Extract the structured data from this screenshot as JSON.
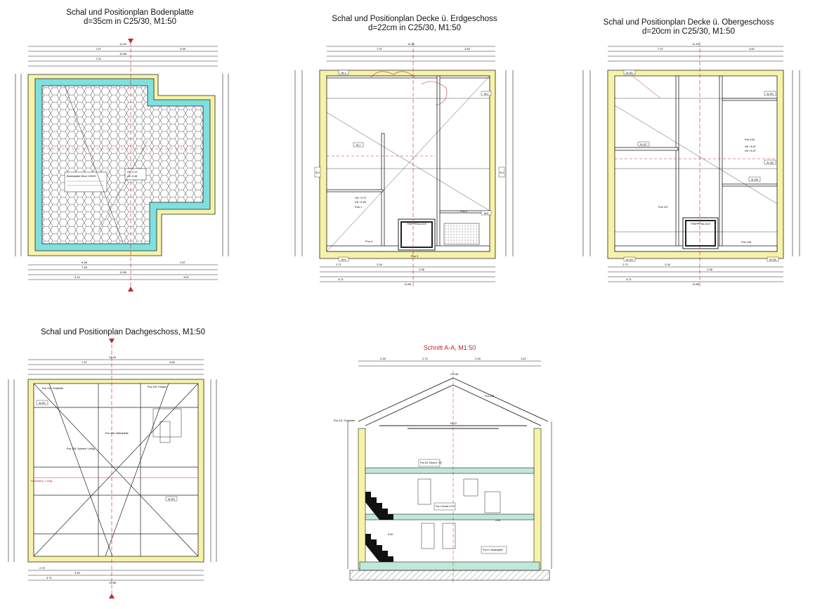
{
  "colors": {
    "line": "#1a1a1a",
    "insulation": "#f6f3a8",
    "slab_edge": "#7fe0e0",
    "cut_fill": "#bfe8d8",
    "red_axis": "#c0282d",
    "hatch": "#333333"
  },
  "plans": {
    "bodenplatte": {
      "title": "Schal und Positionplan Bodenplatte",
      "subtitle": "d=35cm in C25/30, M1:50",
      "dim_top": [
        "11.49",
        "7.47",
        "3.99",
        "7.21",
        "10.88"
      ],
      "dim_bottom": [
        "6.98",
        "2.57",
        "7.18",
        "11.88",
        "6.10",
        "3.57"
      ],
      "notes": [
        "OK -0.13",
        "UK -0.48",
        "Bodenplatte 35cm C25/30"
      ]
    },
    "erdgeschoss": {
      "title": "Schal und Positionplan Decke ü. Erdgeschoss",
      "subtitle": "d=22cm in C25/30, M1:50",
      "dim_top": [
        "11.49",
        "7.37",
        "3.82"
      ],
      "dim_bottom": [
        "2.71",
        "2.34",
        "2.38",
        "4.71",
        "11.88"
      ],
      "room_labels": [
        "Pos 1",
        "Pos 2",
        "Pos 3",
        "Pos 4",
        "TREPPENLOCH"
      ],
      "notes": [
        "OK +2.72",
        "UK +2.50",
        "W-1",
        "W-2",
        "W-3",
        "W-4",
        "W-5",
        "W-6",
        "W-7"
      ]
    },
    "obergeschoss": {
      "title": "Schal und Positionplan Decke ü. Obergeschoss",
      "subtitle": "d=20cm in C25/30, M1:50",
      "dim_top": [
        "11.49",
        "7.37",
        "3.82"
      ],
      "dim_bottom": [
        "2.71",
        "2.34",
        "2.38",
        "4.71",
        "11.88"
      ],
      "room_labels": [
        "Pos 104",
        "Pos 105",
        "Pos 107",
        "TREPPENLOCH"
      ],
      "notes": [
        "OK +5.57",
        "UK +5.37",
        "W-101",
        "W-102",
        "W-104",
        "W-105",
        "W-106",
        "W-107",
        "W-108"
      ]
    },
    "dachgeschoss": {
      "title": "Schal und Positionplan Dachgeschoss, M1:50",
      "dim_top": [
        "11.49",
        "7.37",
        "3.82"
      ],
      "dim_bottom": [
        "2.70",
        "2.40",
        "4.71",
        "11.88"
      ],
      "notes": [
        "Pos 211: Fußpfette",
        "Pos 205: Sparren 1-teilig",
        "Pos 220: Pfosten",
        "Pos 206: Mittelpfette",
        "W-201",
        "W-204",
        "Kehlbalken, 1-teilig"
      ]
    },
    "schnitt": {
      "title": "Schnitt A-A, M1:50",
      "dim_top": [
        "2.45",
        "2.70",
        "2.45",
        "1.67"
      ],
      "notes": [
        "+10.95",
        "+8.21",
        "Pos 205",
        "Pos 211: Fußpfette",
        "Pos 101 Decke ü. OG",
        "Pos 1 Decke ü. EG",
        "Pos 01: Bodenplatte",
        "6.30",
        "4.30"
      ]
    }
  },
  "axis_markers": [
    "A",
    "A"
  ]
}
